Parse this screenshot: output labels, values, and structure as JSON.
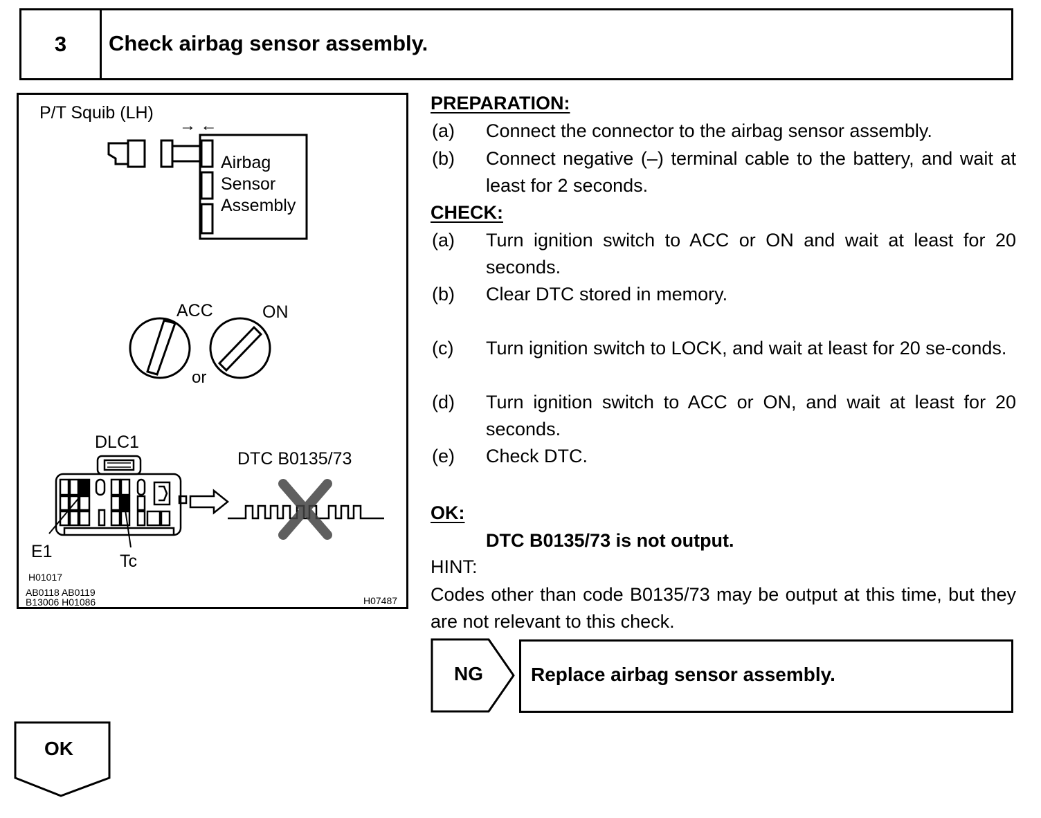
{
  "step": {
    "number": "3",
    "title": "Check airbag sensor assembly."
  },
  "figure": {
    "squib_label": "P/T Squib (LH)",
    "arrows": "→ ←",
    "sensor_label": [
      "Airbag",
      "Sensor",
      "Assembly"
    ],
    "acc_label": "ACC",
    "on_label": "ON",
    "or_label": "or",
    "dlc_label": "DLC1",
    "dtc_label": "DTC B0135/73",
    "e1_label": "E1",
    "tc_label": "Tc",
    "ref_left": [
      "H01017",
      "AB0118 AB0119",
      "B13006 H01086"
    ],
    "ref_right": "H07487"
  },
  "preparation": {
    "heading": "PREPARATION:",
    "items": [
      {
        "marker": "(a)",
        "text": "Connect the connector to the airbag sensor assembly."
      },
      {
        "marker": "(b)",
        "text": "Connect negative (–) terminal cable to the battery, and wait at least for 2 seconds."
      }
    ]
  },
  "check": {
    "heading": "CHECK:",
    "items": [
      {
        "marker": "(a)",
        "text": "Turn ignition switch to ACC or ON and wait at least for 20 seconds."
      },
      {
        "marker": "(b)",
        "text": "Clear DTC stored in memory."
      },
      {
        "marker": "(c)",
        "text": "Turn ignition switch to LOCK, and wait at least for 20 se-conds."
      },
      {
        "marker": "(d)",
        "text": "Turn ignition switch to ACC or ON, and wait at least for 20 seconds."
      },
      {
        "marker": "(e)",
        "text": "Check DTC."
      }
    ]
  },
  "ok": {
    "heading": "OK:",
    "result": "DTC B0135/73 is not output.",
    "hint_label": "HINT:",
    "hint_text": "Codes other than code B0135/73 may be output at this time, but they are not relevant to this check."
  },
  "ng": {
    "label": "NG",
    "action": "Replace airbag sensor assembly."
  },
  "ok_flow": {
    "label": "OK"
  }
}
